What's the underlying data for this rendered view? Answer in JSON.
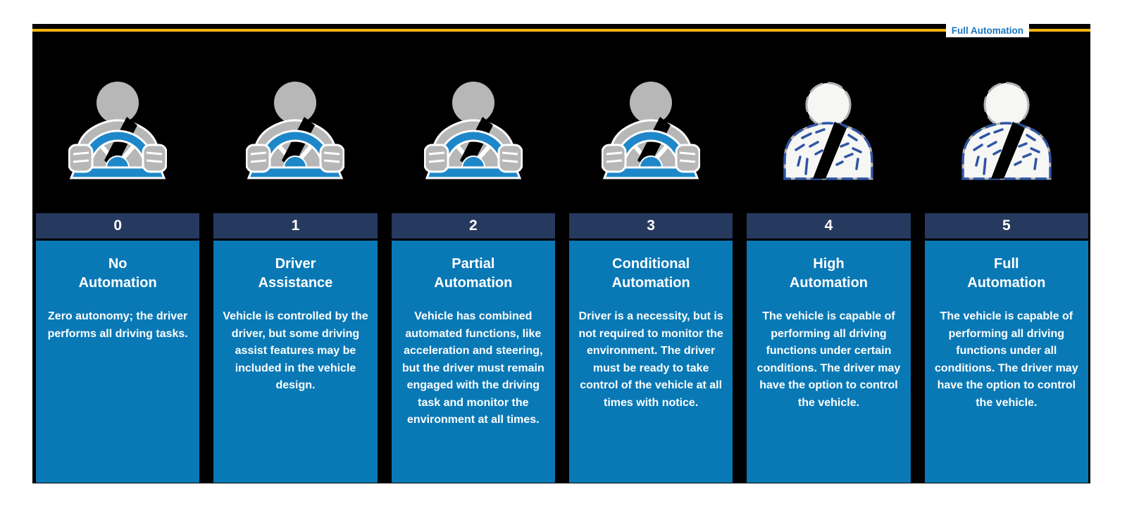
{
  "tooltip": {
    "label": "Full Automation"
  },
  "colors": {
    "page_bg": "#ffffff",
    "board_bg": "#000000",
    "accent_line": "#F5B40E",
    "tooltip_text": "#1B74C0",
    "tooltip_bg": "#ffffff",
    "number_header_bg": "#26395E",
    "card_bg": "#0979B6",
    "card_text": "#ffffff",
    "icon_gray": "#B7B7B7",
    "steering_wheel_blue": "#1E87C9",
    "ghost_fill": "#F6F6F4",
    "ghost_dash_blue": "#2F55A3"
  },
  "levels": [
    {
      "number": "0",
      "title_line1": "No",
      "title_line2": "Automation",
      "description": "Zero autonomy; the driver performs all driving tasks.",
      "icon": "driver-at-wheel"
    },
    {
      "number": "1",
      "title_line1": "Driver",
      "title_line2": "Assistance",
      "description": "Vehicle is controlled by the driver, but some driving assist features may be included in the vehicle design.",
      "icon": "driver-at-wheel"
    },
    {
      "number": "2",
      "title_line1": "Partial",
      "title_line2": "Automation",
      "description": "Vehicle has combined automated functions, like acceleration and steering, but the driver must remain engaged with the driving task and monitor the environment at all times.",
      "icon": "driver-at-wheel"
    },
    {
      "number": "3",
      "title_line1": "Conditional",
      "title_line2": "Automation",
      "description": "Driver is a necessity, but is not required to monitor the environment. The driver must be ready to take control of the vehicle at all times with notice.",
      "icon": "driver-at-wheel"
    },
    {
      "number": "4",
      "title_line1": "High",
      "title_line2": "Automation",
      "description": "The vehicle is capable of performing all driving functions under certain conditions. The driver may have the option to control the vehicle.",
      "icon": "hands-free-passenger"
    },
    {
      "number": "5",
      "title_line1": "Full",
      "title_line2": "Automation",
      "description": "The vehicle is capable of performing all driving functions under all conditions. The driver may have the option to control the vehicle.",
      "icon": "hands-free-passenger"
    }
  ]
}
